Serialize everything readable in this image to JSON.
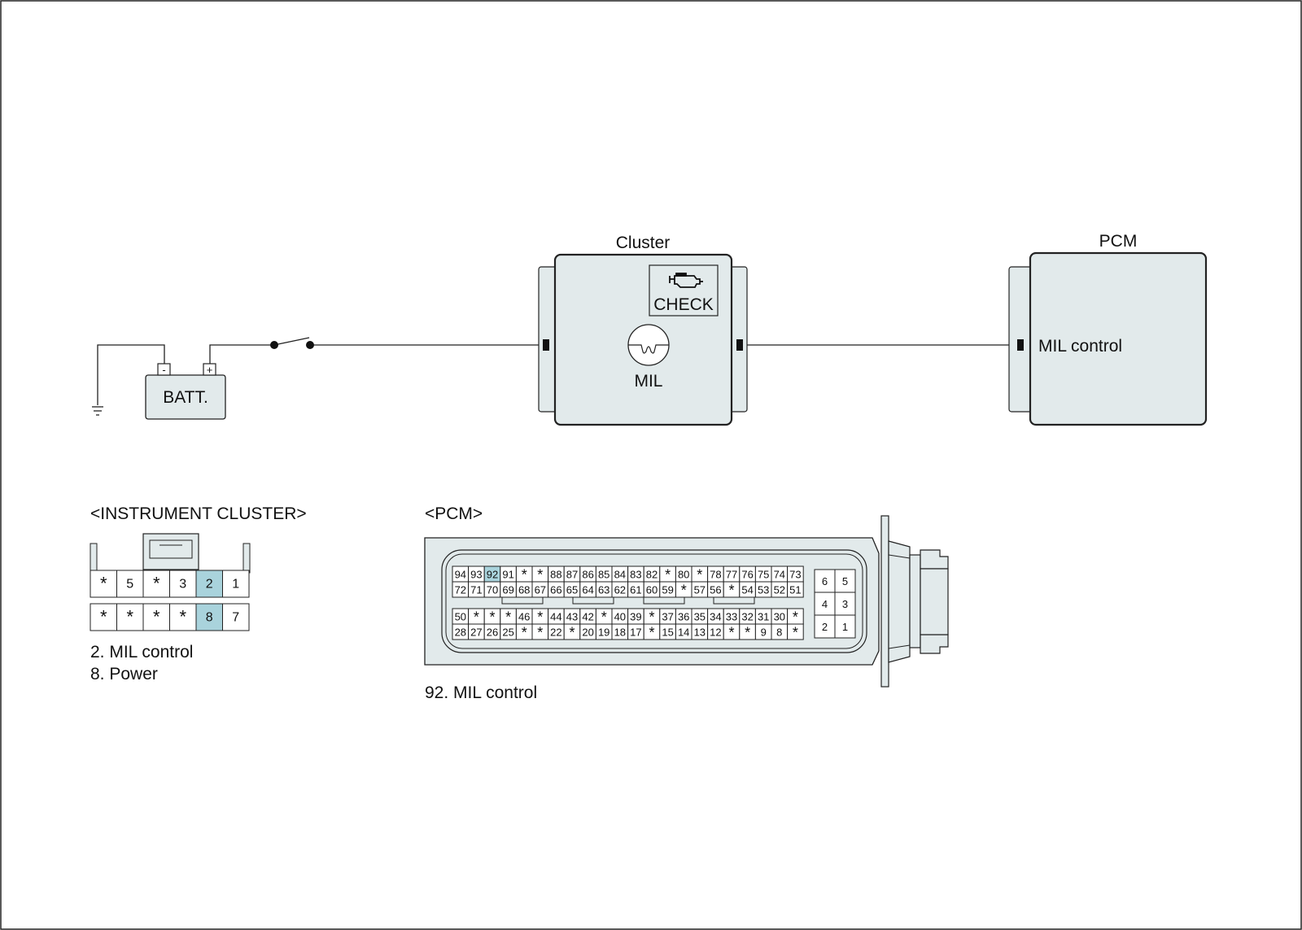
{
  "diagram": {
    "battery_label": "BATT.",
    "battery_neg": "-",
    "battery_pos": "+",
    "cluster_label": "Cluster",
    "check_text": "CHECK",
    "mil_label": "MIL",
    "pcm_label": "PCM",
    "pcm_pin_label": "MIL control",
    "icon": "engine-check-icon"
  },
  "instrument_cluster": {
    "title": "<INSTRUMENT CLUSTER>",
    "row1": [
      "*",
      "5",
      "*",
      "3",
      "2",
      "1"
    ],
    "row2": [
      "*",
      "*",
      "*",
      "*",
      "8",
      "7"
    ],
    "highlighted": [
      "2",
      "8"
    ],
    "legend": [
      "2. MIL control",
      "8. Power"
    ]
  },
  "pcm_connector": {
    "title": "<PCM>",
    "rows": [
      [
        "94",
        "93",
        "92",
        "91",
        "*",
        "*",
        "88",
        "87",
        "86",
        "85",
        "84",
        "83",
        "82",
        "*",
        "80",
        "*",
        "78",
        "77",
        "76",
        "75",
        "74",
        "73"
      ],
      [
        "72",
        "71",
        "70",
        "69",
        "68",
        "67",
        "66",
        "65",
        "64",
        "63",
        "62",
        "61",
        "60",
        "59",
        "*",
        "57",
        "56",
        "*",
        "54",
        "53",
        "52",
        "51"
      ],
      [
        "50",
        "*",
        "*",
        "*",
        "46",
        "*",
        "44",
        "43",
        "42",
        "*",
        "40",
        "39",
        "*",
        "37",
        "36",
        "35",
        "34",
        "33",
        "32",
        "31",
        "30",
        "*"
      ],
      [
        "28",
        "27",
        "26",
        "25",
        "*",
        "*",
        "22",
        "*",
        "20",
        "19",
        "18",
        "17",
        "*",
        "15",
        "14",
        "13",
        "12",
        "*",
        "*",
        "9",
        "8",
        "*"
      ]
    ],
    "side": [
      [
        "6",
        "5"
      ],
      [
        "4",
        "3"
      ],
      [
        "2",
        "1"
      ]
    ],
    "highlighted": [
      "92"
    ],
    "legend": [
      "92. MIL control"
    ]
  },
  "colors": {
    "highlight": "#a9d3dc",
    "component_fill": "#e2eaeb",
    "pin_fill": "#ffffff",
    "line": "#222222"
  }
}
